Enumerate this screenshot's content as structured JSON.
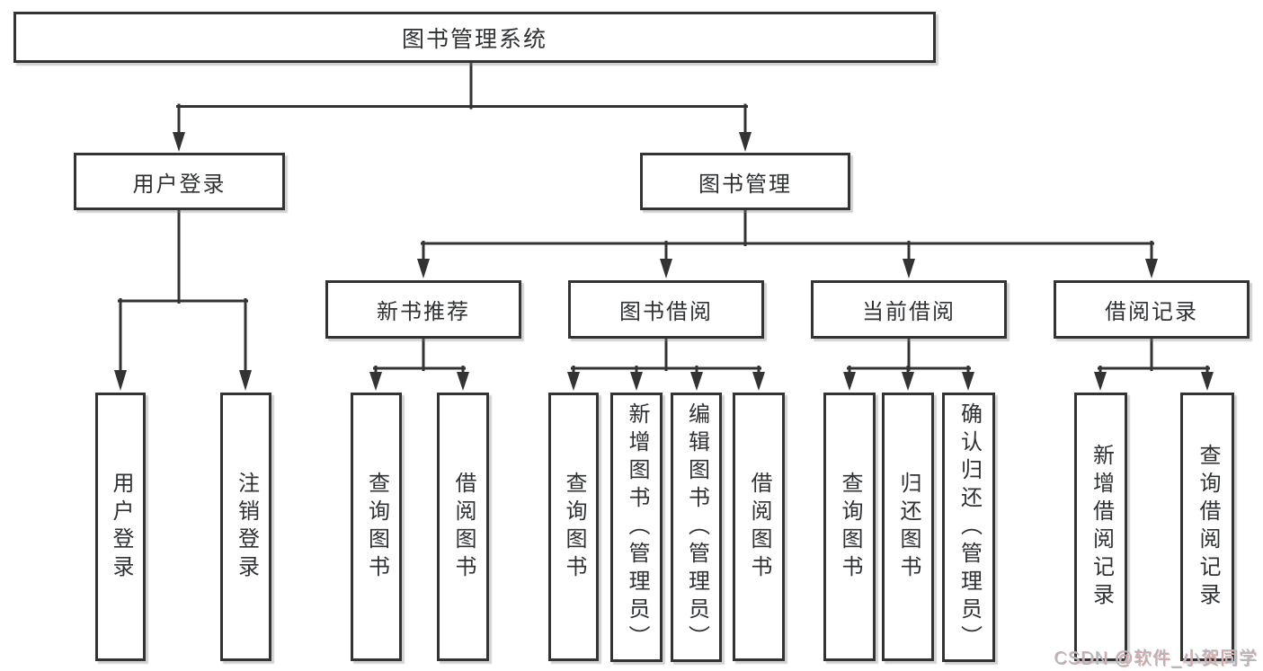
{
  "diagram": {
    "nodes": {
      "root": "图书管理系统",
      "user_login": "用户登录",
      "book_management": "图书管理",
      "new_book_recommend": "新书推荐",
      "book_borrowing": "图书借阅",
      "current_borrowing": "当前借阅",
      "borrowing_records": "借阅记录",
      "leaf_user_login": "用户登录",
      "leaf_logout": "注销登录",
      "leaf_nb_query_books": "查询图书",
      "leaf_nb_borrow_books": "借阅图书",
      "leaf_bb_query_books": "查询图书",
      "leaf_bb_add_books_admin": "新增图书（管理员）",
      "leaf_bb_edit_books_admin": "编辑图书（管理员）",
      "leaf_bb_borrow_books": "借阅图书",
      "leaf_cb_query_books": "查询图书",
      "leaf_cb_return_books": "归还图书",
      "leaf_cb_confirm_return_admin": "确认归还（管理员）",
      "leaf_br_add_record": "新增借阅记录",
      "leaf_br_query_record": "查询借阅记录"
    },
    "watermark": "CSDN @软件_小贺同学",
    "colors": {
      "line": "#333333",
      "box_border": "#333333",
      "text": "#2f3133",
      "background": "#ffffff",
      "watermark_text": "#b5b8bd"
    }
  }
}
